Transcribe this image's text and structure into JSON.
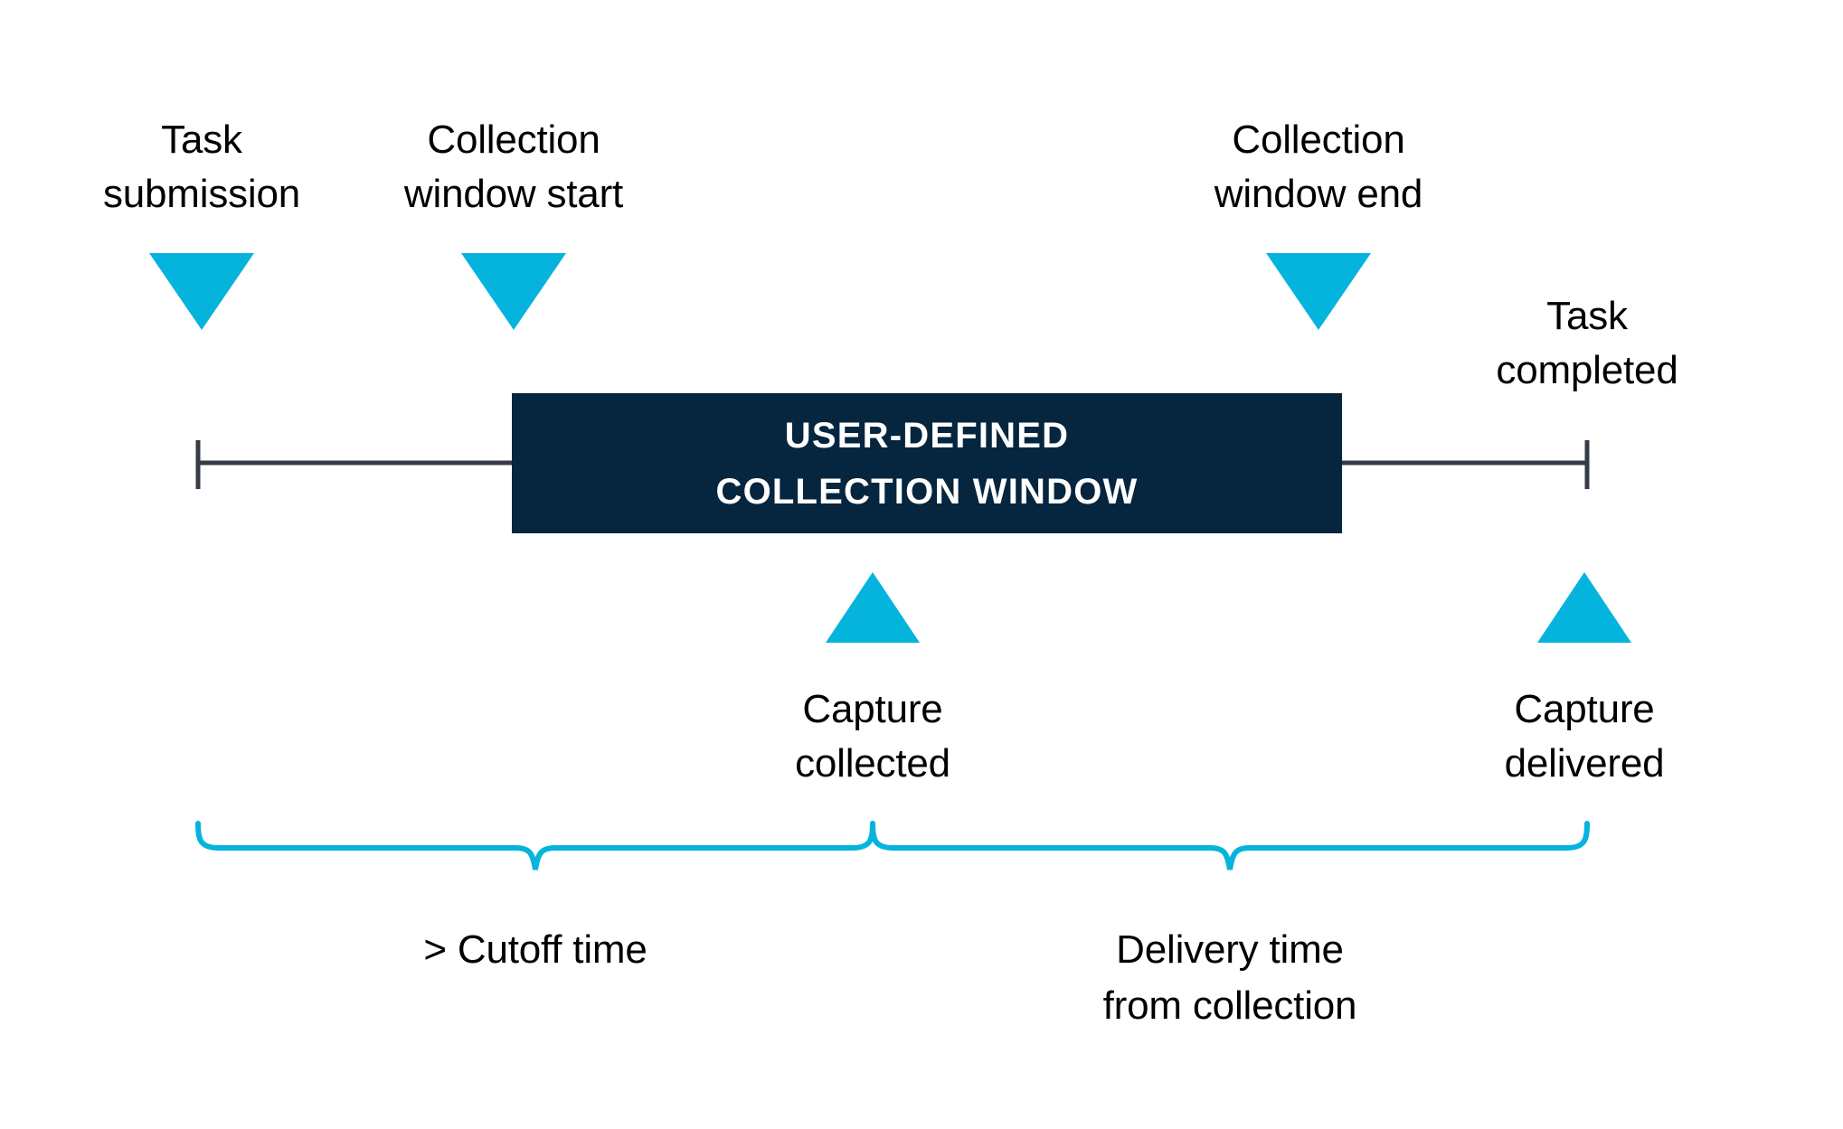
{
  "diagram": {
    "title_in_box_line1": "USER-DEFINED",
    "title_in_box_line2": "COLLECTION WINDOW",
    "colors": {
      "accent_cyan": "#04B4DC",
      "window_navy": "#06253F",
      "axis_line": "#353B47",
      "text": "#000000",
      "background": "#FFFFFF"
    },
    "top_markers": [
      {
        "id": "task-submission",
        "label_line1": "Task",
        "label_line2": "submission",
        "marker": "triangle-down"
      },
      {
        "id": "collection-window-start",
        "label_line1": "Collection",
        "label_line2": "window start",
        "marker": "triangle-down"
      },
      {
        "id": "collection-window-end",
        "label_line1": "Collection",
        "label_line2": "window end",
        "marker": "triangle-down"
      }
    ],
    "task_completed": {
      "id": "task-completed",
      "label_line1": "Task",
      "label_line2": "completed"
    },
    "bottom_markers": [
      {
        "id": "capture-collected",
        "label_line1": "Capture",
        "label_line2": "collected",
        "marker": "triangle-up"
      },
      {
        "id": "capture-delivered",
        "label_line1": "Capture",
        "label_line2": "delivered",
        "marker": "triangle-up"
      }
    ],
    "braces": [
      {
        "id": "cutoff-time",
        "label_line1": "> Cutoff time",
        "label_line2": ""
      },
      {
        "id": "delivery-time",
        "label_line1": "Delivery time",
        "label_line2": "from collection"
      }
    ]
  }
}
